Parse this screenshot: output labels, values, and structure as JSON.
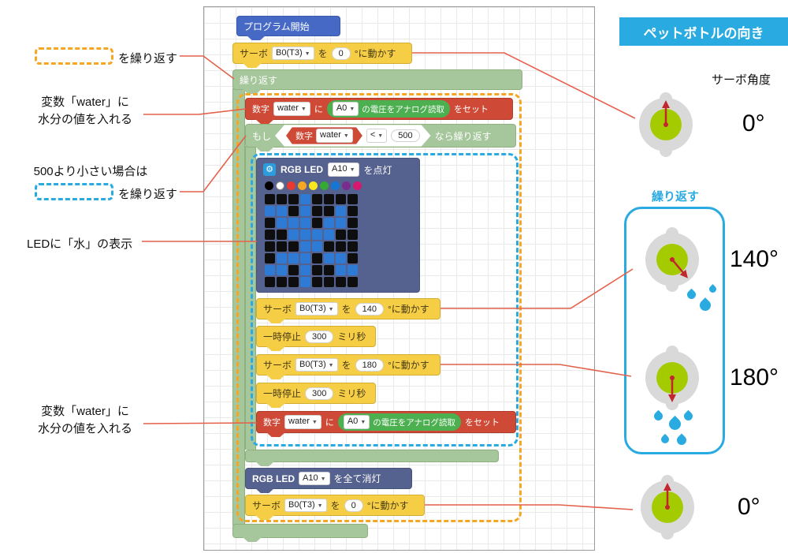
{
  "colors": {
    "accent_cyan": "#29ABE2",
    "accent_orange": "#F5A623",
    "line_red": "#E4604A",
    "block_yellow": "#F6CE45",
    "block_red": "#CE4A36",
    "block_green": "#A6C69B",
    "block_navy": "#55618F",
    "block_blue": "#4569C4",
    "reporter_green": "#4CAF50",
    "led_on_blue": "#2E7BD6",
    "servo_green": "#A4CB00",
    "servo_gray": "#D9D9D9",
    "needle_red": "#C1272D",
    "drop_blue": "#29ABE2"
  },
  "annotations": {
    "repeat_note_label": "を繰り返す",
    "set_note_line1": "変数「water」に",
    "set_note_line2": "水分の値を入れる",
    "cond_note_line1": "500より小さい場合は",
    "cond_note_label": "を繰り返す",
    "led_note": "LEDに「水」の表示",
    "set_note2_line1": "変数「water」に",
    "set_note2_line2": "水分の値を入れる"
  },
  "blocks": {
    "start": {
      "label": "プログラム開始"
    },
    "servo_top": {
      "kw": "サーボ",
      "port": "B0(T3)",
      "wo": "を",
      "deg": "0",
      "suffix": "°に動かす"
    },
    "repeat_outer": {
      "label": "繰り返す"
    },
    "set_var_1": {
      "kw": "数字",
      "var": "water",
      "ni": "に",
      "port": "A0",
      "read": "の電圧をアナログ読取",
      "suffix": "をセット"
    },
    "if_repeat": {
      "kw": "もし",
      "num": "数字",
      "var": "water",
      "op": "<",
      "value": "500",
      "suffix": "なら繰り返す"
    },
    "led_on": {
      "kw": "RGB LED",
      "port": "A10",
      "suffix": "を点灯"
    },
    "servo_140": {
      "kw": "サーボ",
      "port": "B0(T3)",
      "wo": "を",
      "deg": "140",
      "suffix": "°に動かす"
    },
    "pause_1": {
      "kw": "一時停止",
      "value": "300",
      "suffix": "ミリ秒"
    },
    "servo_180": {
      "kw": "サーボ",
      "port": "B0(T3)",
      "wo": "を",
      "deg": "180",
      "suffix": "°に動かす"
    },
    "pause_2": {
      "kw": "一時停止",
      "value": "300",
      "suffix": "ミリ秒"
    },
    "set_var_2": {
      "kw": "数字",
      "var": "water",
      "ni": "に",
      "port": "A0",
      "read": "の電圧をアナログ読取",
      "suffix": "をセット"
    },
    "led_off": {
      "kw": "RGB LED",
      "port": "A10",
      "suffix": "を全て消灯"
    },
    "servo_bottom": {
      "kw": "サーボ",
      "port": "B0(T3)",
      "wo": "を",
      "deg": "0",
      "suffix": "°に動かす"
    }
  },
  "led_matrix": {
    "palette": [
      "#000000",
      "#ffffff",
      "#e8382f",
      "#f5a623",
      "#f8e71c",
      "#36a935",
      "#1577d4",
      "#7b2d8e",
      "#d6186e"
    ],
    "rows": [
      "00010000",
      "11010010",
      "01110110",
      "00111100",
      "00011000",
      "01110110",
      "11010011",
      "00010000"
    ]
  },
  "right_panel": {
    "title": "ペットボトルの向き",
    "servo_angle_label": "サーボ角度",
    "repeat_label": "繰り返す",
    "dials": [
      {
        "angle_label": "0°",
        "angle": 0,
        "drops": 0
      },
      {
        "angle_label": "140°",
        "angle": 140,
        "drops": 3
      },
      {
        "angle_label": "180°",
        "angle": 180,
        "drops": 5
      },
      {
        "angle_label": "0°",
        "angle": 0,
        "drops": 0
      }
    ]
  }
}
